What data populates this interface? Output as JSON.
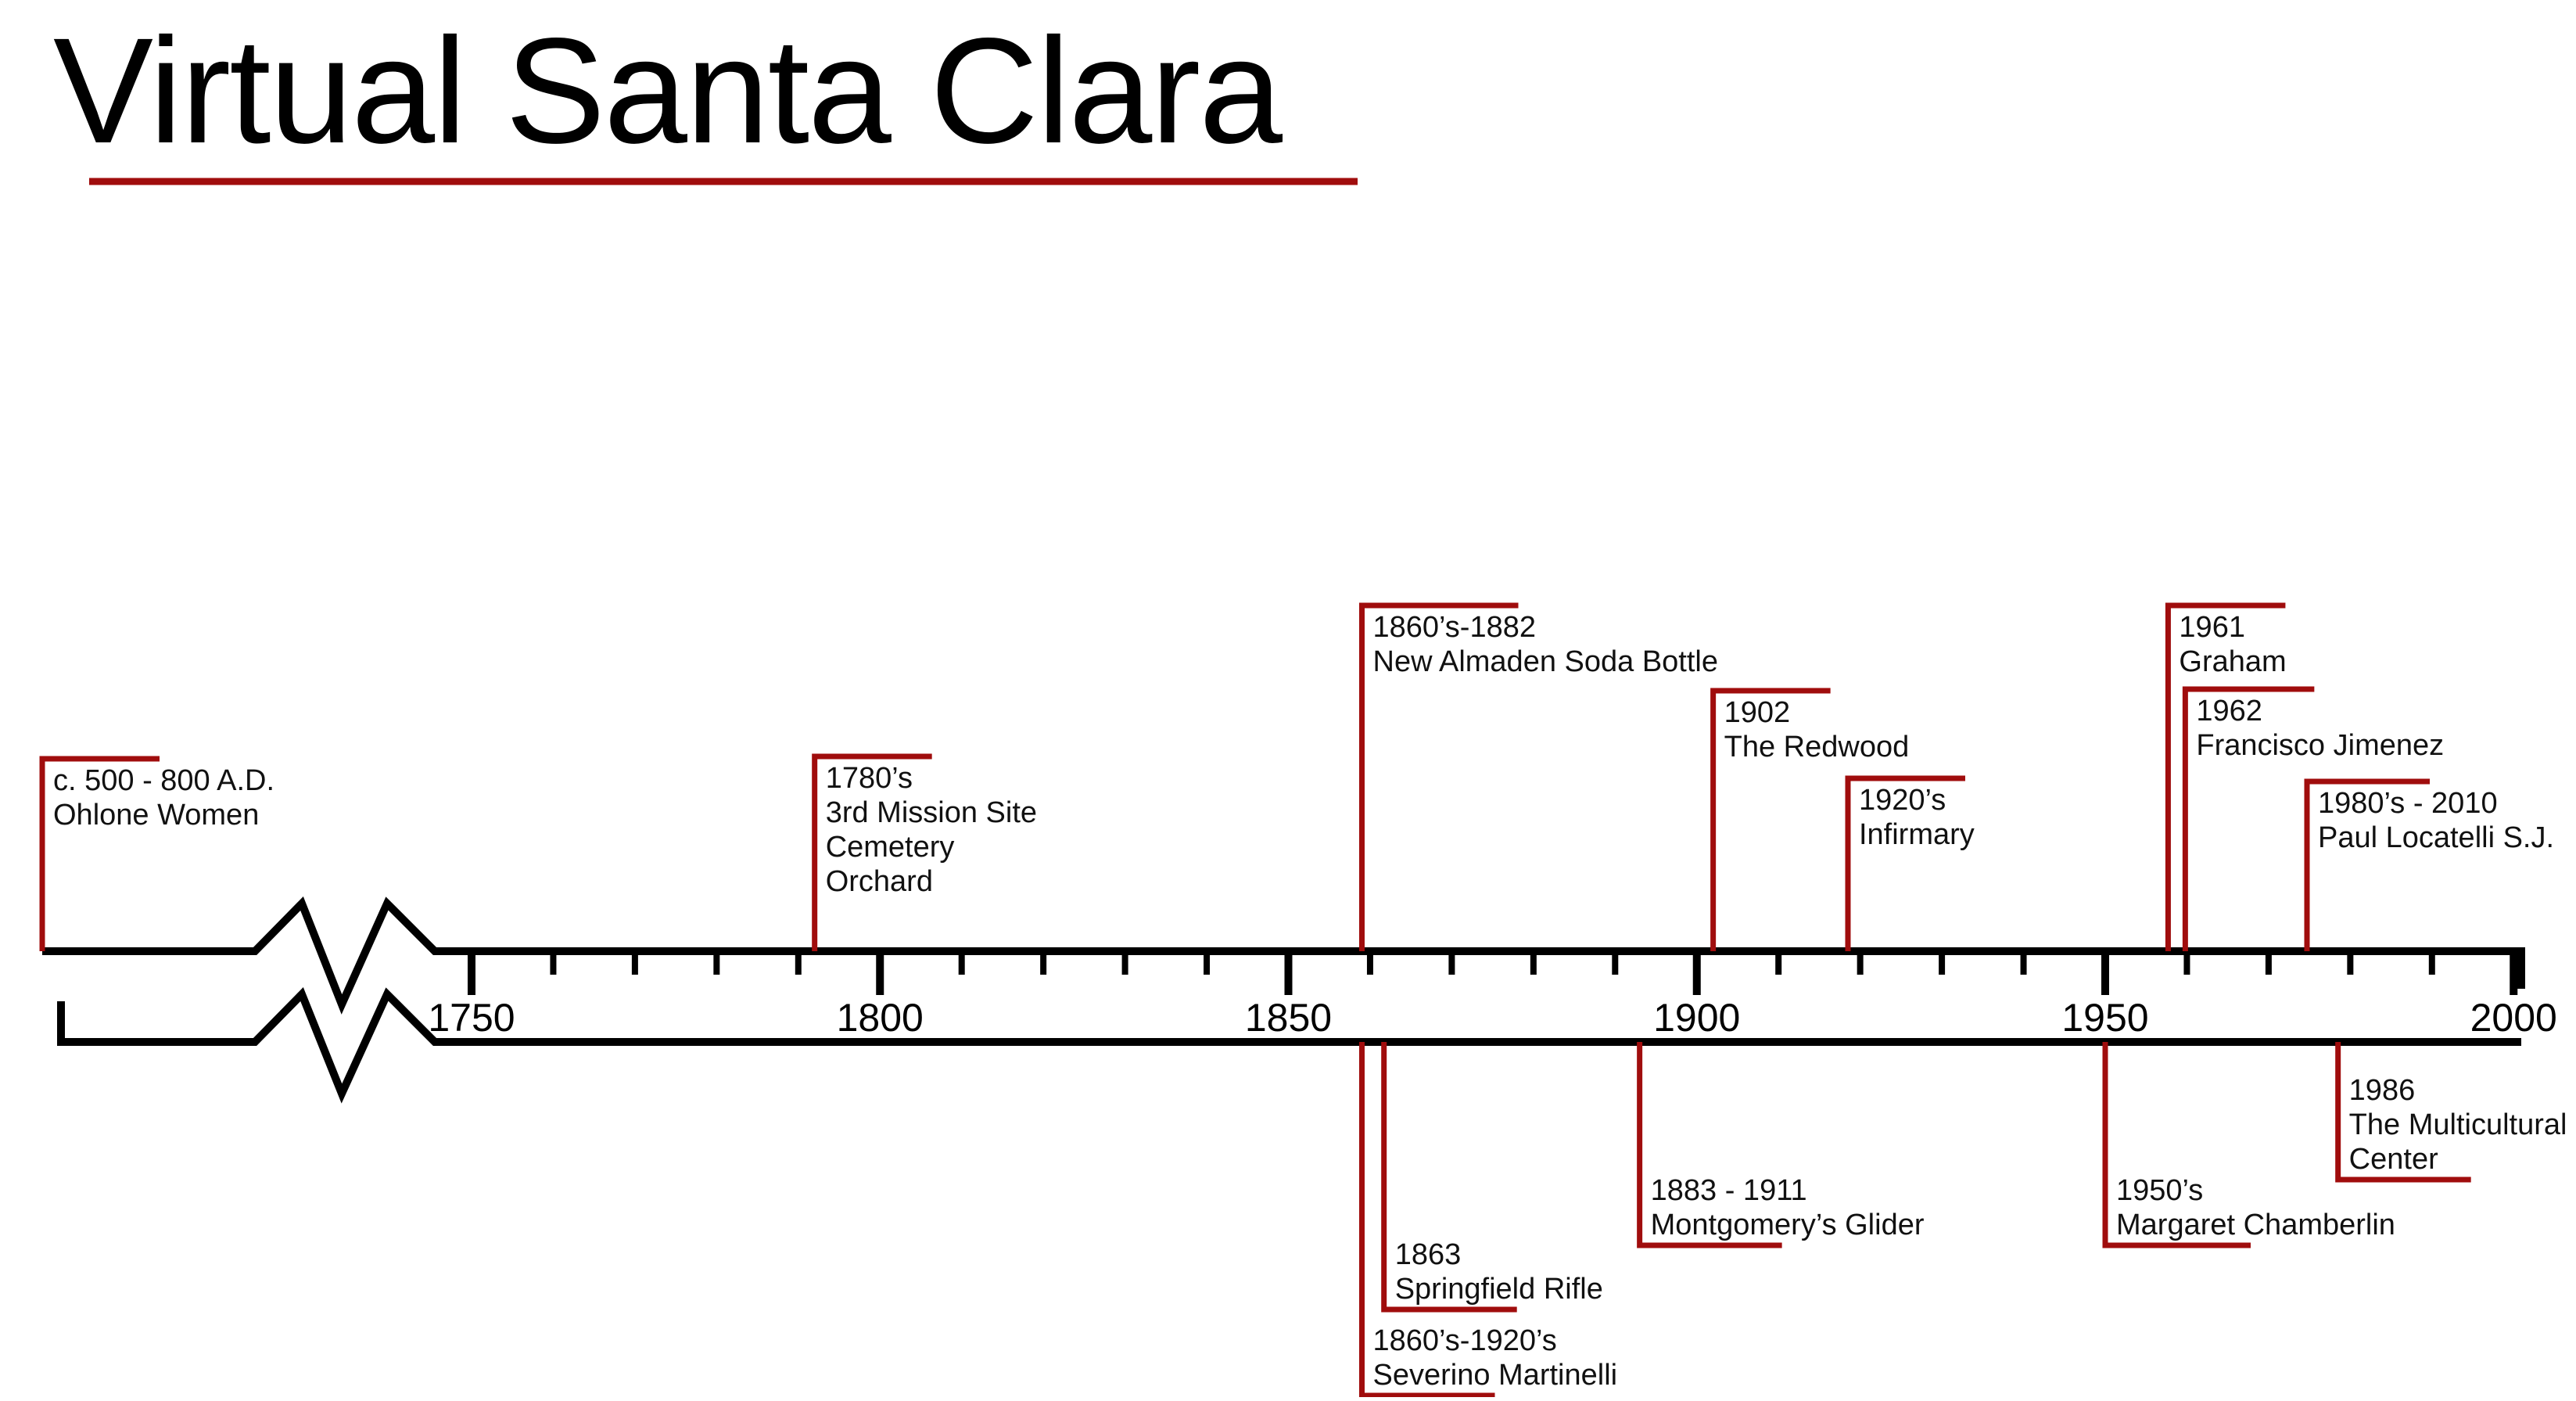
{
  "title": "Virtual Santa Clara",
  "colors": {
    "accent": "#a00d0d",
    "axis": "#000000",
    "text": "#111111"
  },
  "timeline": {
    "year_labels": [
      "1750",
      "1800",
      "1850",
      "1900",
      "1950",
      "2000"
    ],
    "minor_tick_step_years": 10,
    "axis_break": true,
    "events_above": [
      {
        "id": "ohlone",
        "year": -1,
        "lines": [
          "c. 500 - 800 A.D.",
          "Ohlone Women"
        ]
      },
      {
        "id": "mission",
        "year": 1792,
        "lines": [
          "1780’s",
          "3rd Mission Site",
          "Cemetery",
          "Orchard"
        ]
      },
      {
        "id": "soda",
        "year": 1859,
        "lines": [
          "1860’s-1882",
          "New Almaden Soda Bottle"
        ]
      },
      {
        "id": "redwood",
        "year": 1902,
        "lines": [
          "1902",
          "The Redwood"
        ]
      },
      {
        "id": "infirmary",
        "year": 1918.5,
        "lines": [
          "1920’s",
          "Infirmary"
        ]
      },
      {
        "id": "graham",
        "year": 1957.7,
        "lines": [
          "1961",
          "Graham"
        ]
      },
      {
        "id": "jimenez",
        "year": 1959.8,
        "lines": [
          "1962",
          "Francisco Jimenez"
        ]
      },
      {
        "id": "locatelli",
        "year": 1974.7,
        "lines": [
          "1980’s - 2010",
          "Paul Locatelli S.J."
        ]
      }
    ],
    "events_below": [
      {
        "id": "martinelli",
        "year": 1859,
        "lines": [
          "1860’s-1920’s",
          "Severino Martinelli"
        ]
      },
      {
        "id": "rifle",
        "year": 1861.7,
        "lines": [
          "1863",
          "Springfield Rifle"
        ]
      },
      {
        "id": "glider",
        "year": 1893,
        "lines": [
          "1883 - 1911",
          "Montgomery’s Glider"
        ]
      },
      {
        "id": "chamberlin",
        "year": 1950,
        "lines": [
          "1950’s",
          "Margaret Chamberlin"
        ]
      },
      {
        "id": "multicultural",
        "year": 1978.5,
        "lines": [
          "1986",
          "The Multicultural",
          "Center"
        ]
      }
    ]
  }
}
